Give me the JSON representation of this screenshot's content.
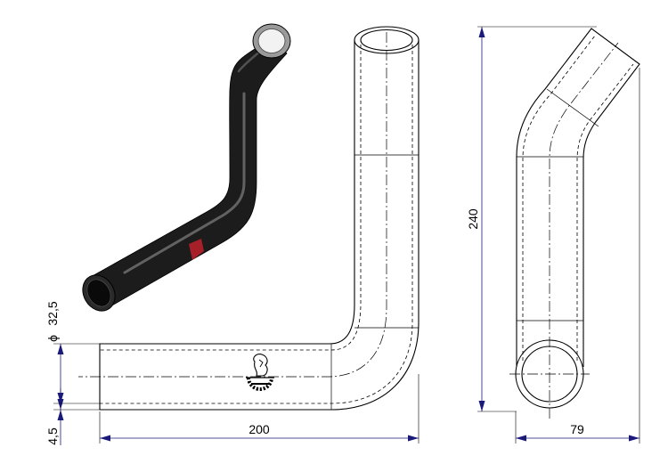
{
  "dimensions": {
    "diameter_symbol": "ϕ",
    "diameter": "32,5",
    "wall": "4,5",
    "length": "200",
    "height": "240",
    "offset": "79"
  },
  "colors": {
    "render_body": "#1c1c1c",
    "render_highlight": "#7a7a7a",
    "render_mark": "#c0202a",
    "dimension": "#1a1a7a",
    "line": "#000000"
  },
  "icons": {
    "logo": "gear-torch-logo-icon"
  }
}
